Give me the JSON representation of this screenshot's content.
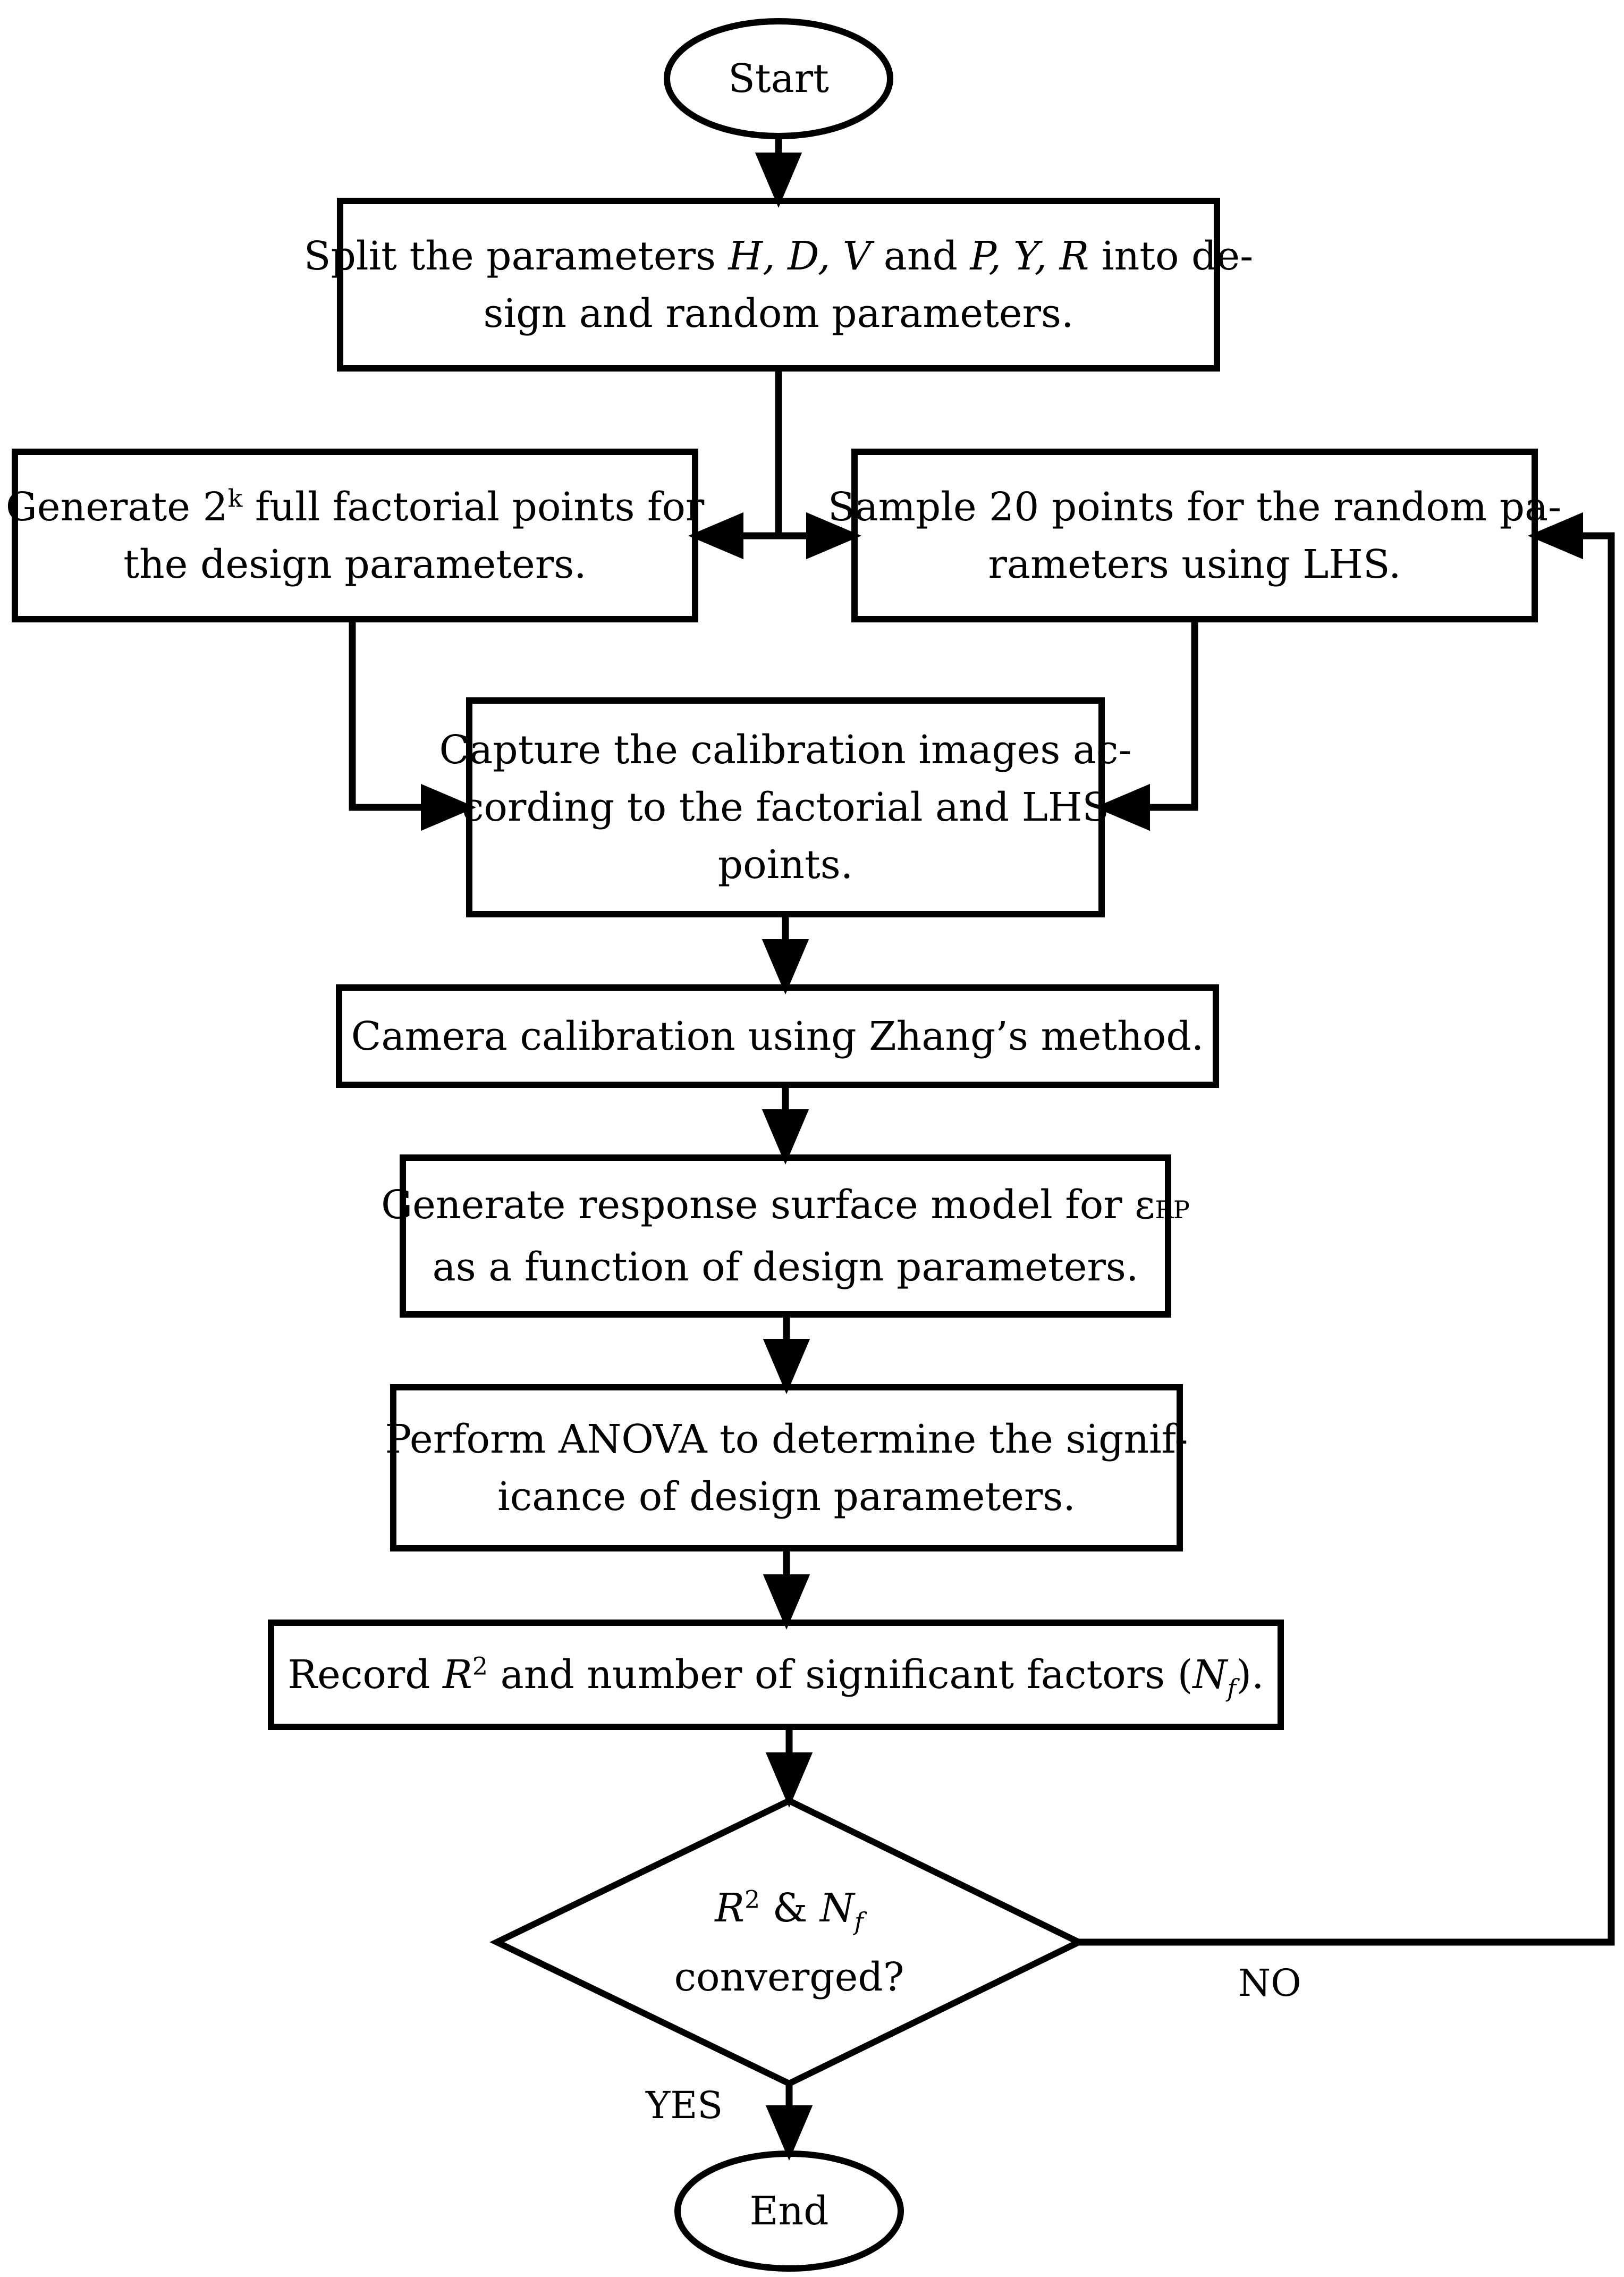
{
  "nodes": {
    "start": {
      "text": "Start"
    },
    "split": {
      "line1_a": "Split the parameters ",
      "line1_params": "H, D, V",
      "line1_b": " and ",
      "line1_params2": "P, Y, R",
      "line1_c": " into de-",
      "line2": "sign and random parameters."
    },
    "factorial": {
      "line1_a": "Generate 2",
      "line1_sup": "k",
      "line1_b": " full factorial points for",
      "line2": "the design parameters."
    },
    "lhs": {
      "line1": "Sample 20 points for the random pa-",
      "line2": "rameters using LHS."
    },
    "capture": {
      "line1": "Capture the calibration images ac-",
      "line2": "cording to the factorial and LHS",
      "line3": "points."
    },
    "calibration": {
      "text": "Camera calibration using Zhang’s method."
    },
    "rsm": {
      "line1_a": "Generate response surface model for ",
      "line1_eps": "ε",
      "line1_sub": "RP",
      "line2": "as a function of design parameters."
    },
    "anova": {
      "line1": "Perform ANOVA to determine the signif-",
      "line2": "icance of design parameters."
    },
    "record": {
      "a": "Record ",
      "r": "R",
      "sup": "2",
      "b": " and number of significant factors (",
      "n": "N",
      "nsub": "f",
      "c": ")."
    },
    "decision": {
      "r": "R",
      "sup": "2",
      "amp": " & ",
      "n": "N",
      "nsub": "f",
      "line2": "converged?"
    },
    "end": {
      "text": "End"
    }
  },
  "edges": {
    "no_label": "NO",
    "yes_label": "YES"
  },
  "colors": {
    "stroke": "#000000",
    "background": "#ffffff"
  }
}
